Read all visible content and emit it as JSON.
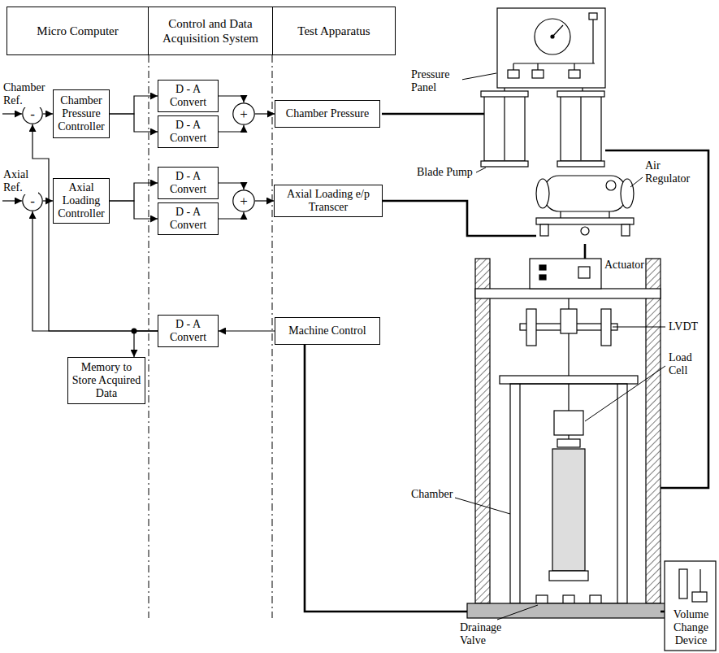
{
  "diagram": {
    "nodes": [
      {
        "text": [
          "Micro Computer"
        ]
      },
      {
        "text": [
          "Control and Data Acquisition System"
        ]
      },
      {
        "text": [
          "Test Apparatus"
        ]
      },
      {
        "text": [
          "-"
        ]
      },
      {
        "text": [
          "Chamber Pressure Controller"
        ]
      },
      {
        "text": [
          "D - A Convert"
        ]
      },
      {
        "text": [
          "D - A Convert"
        ]
      },
      {
        "text": [
          "+"
        ]
      },
      {
        "text": [
          "Chamber Pressure"
        ]
      },
      {
        "text": [
          "-"
        ]
      },
      {
        "text": [
          "Axial Loading Controller"
        ]
      },
      {
        "text": [
          "D - A Convert"
        ]
      },
      {
        "text": [
          "D - A Convert"
        ]
      },
      {
        "text": [
          "+"
        ]
      },
      {
        "text": [
          "Axial Loading e/p Transcer"
        ]
      },
      {
        "text": [
          "D - A Convert"
        ]
      },
      {
        "text": [
          "Machine Control"
        ]
      },
      {
        "text": [
          "Memory to Store Acquired Data"
        ]
      }
    ],
    "edges": [
      {
        "from": 3,
        "to": 4,
        "arrow": "to"
      },
      {
        "from": 4,
        "to": 5,
        "arrow": "to"
      },
      {
        "from": 4,
        "to": 6,
        "arrow": "to"
      },
      {
        "from": 5,
        "to": 7,
        "arrow": "to"
      },
      {
        "from": 6,
        "to": 7,
        "arrow": "to"
      },
      {
        "from": 7,
        "to": 8,
        "arrow": "to"
      },
      {
        "from": 9,
        "to": 10,
        "arrow": "to"
      },
      {
        "from": 10,
        "to": 11,
        "arrow": "to"
      },
      {
        "from": 10,
        "to": 12,
        "arrow": "to"
      },
      {
        "from": 11,
        "to": 13,
        "arrow": "to"
      },
      {
        "from": 12,
        "to": 13,
        "arrow": "to"
      },
      {
        "from": 13,
        "to": 14,
        "arrow": "to"
      },
      {
        "from": 16,
        "to": 15,
        "arrow": "to"
      },
      {
        "from": 15,
        "to": 9,
        "arrow": "to"
      },
      {
        "from": 15,
        "to": 3,
        "arrow": "to"
      },
      {
        "from": 15,
        "to": 17,
        "arrow": "to"
      }
    ],
    "labels": [
      "Chamber Ref.",
      "Axial Ref.",
      "Pressure Panel",
      "Blade Pump",
      "Air Regulator",
      "Actuator",
      "LVDT",
      "Load Cell",
      "Chamber",
      "Drainage Valve",
      "Volume Change Device"
    ]
  }
}
